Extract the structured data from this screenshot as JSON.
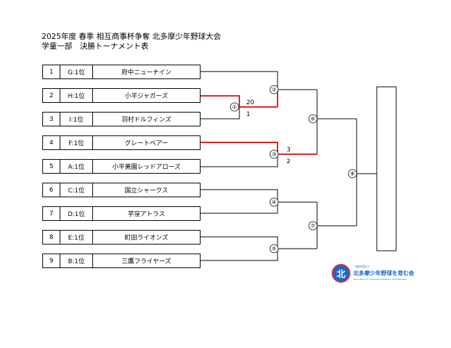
{
  "document": {
    "title_line1": "2025年度 春季 相互商事杯争奪 北多摩少年野球大会",
    "title_line2": "学童一部　決勝トーナメント表"
  },
  "teams": [
    {
      "no": "1",
      "seed": "G:1位",
      "name": "府中ニューナイン"
    },
    {
      "no": "2",
      "seed": "H:1位",
      "name": "小平ジャガーズ"
    },
    {
      "no": "3",
      "seed": "I:1位",
      "name": "羽村ドルフィンズ"
    },
    {
      "no": "4",
      "seed": "F:1位",
      "name": "グレートベアー"
    },
    {
      "no": "5",
      "seed": "A:1位",
      "name": "小平美園レッドアローズ"
    },
    {
      "no": "6",
      "seed": "C:1位",
      "name": "国立シャークス"
    },
    {
      "no": "7",
      "seed": "D:1位",
      "name": "芋窪アトラス"
    },
    {
      "no": "8",
      "seed": "E:1位",
      "name": "町田ライオンズ"
    },
    {
      "no": "9",
      "seed": "B:1位",
      "name": "三鷹フライヤーズ"
    }
  ],
  "bracket": {
    "nodes": [
      "①",
      "②",
      "③",
      "④",
      "⑤",
      "⑥",
      "⑦",
      "⑧"
    ],
    "scores": {
      "m1_top": "20",
      "m1_bottom": "1",
      "m3_top": "3",
      "m3_bottom": "2"
    },
    "win_color": "#e02020"
  },
  "logo": {
    "mark": "北",
    "small_text": "一般社団法人",
    "main_text": "北多摩少年野球を育む会",
    "english_text": "Association for Supporting Kitatama Youth Baseball"
  }
}
